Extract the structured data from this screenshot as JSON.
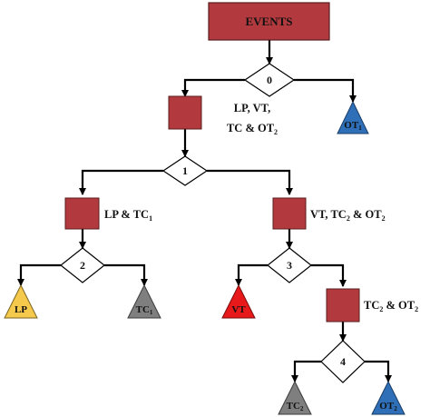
{
  "diagram": {
    "root": {
      "label": "EVENTS",
      "color": "#b23a3f"
    },
    "node_color": "#b23a3f",
    "decisions": [
      "0",
      "1",
      "2",
      "3",
      "4"
    ],
    "node_labels": {
      "n1_line1": "LP, VT,",
      "n1_line2_main": "TC & OT",
      "n1_line2_sub": "2",
      "n2_main": "LP & TC",
      "n2_sub": "1",
      "n3_part1": "VT, TC",
      "n3_sub1": "2",
      "n3_part2": " & OT",
      "n3_sub2": "2",
      "n4_part1": "TC",
      "n4_sub1": "2",
      "n4_part2": " & OT",
      "n4_sub2": "2"
    },
    "leaves": {
      "ot1": {
        "main": "OT",
        "sub": "1",
        "color": "#2e6fb7"
      },
      "lp": {
        "main": "LP",
        "sub": "",
        "color": "#f5c94c"
      },
      "tc1": {
        "main": "TC",
        "sub": "1",
        "color": "#7f7f7f"
      },
      "vt": {
        "main": "VT",
        "sub": "",
        "color": "#e8191a"
      },
      "tc2": {
        "main": "TC",
        "sub": "2",
        "color": "#7f7f7f"
      },
      "ot2": {
        "main": "OT",
        "sub": "2",
        "color": "#2e6fb7"
      }
    }
  }
}
